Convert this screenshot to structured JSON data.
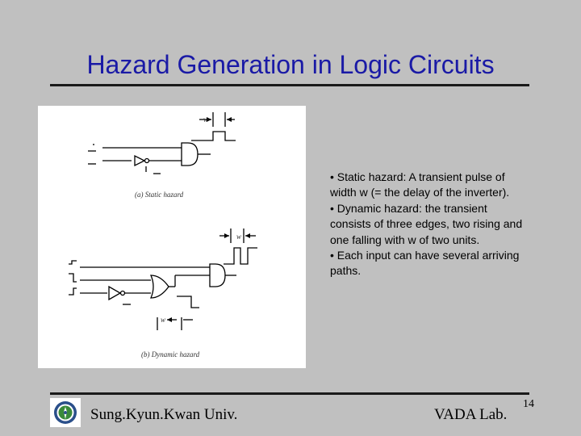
{
  "slide": {
    "title": "Hazard Generation in Logic Circuits",
    "bullets": [
      "• Static hazard: A transient pulse of width w (= the delay of the inverter).",
      "• Dynamic hazard: the transient consists of three edges, two rising and one falling with w of two units.",
      "• Each input can have several arriving paths."
    ]
  },
  "figure": {
    "label_a": "(a) Static hazard",
    "label_b": "(b) Dynamic hazard",
    "w_label": "w"
  },
  "footer": {
    "university": "Sung.Kyun.Kwan Univ.",
    "lab": "VADA Lab.",
    "page_number": "14"
  },
  "colors": {
    "background": "#c0c0c0",
    "title": "#1a1aa6",
    "rule": "#1a1a1a"
  }
}
